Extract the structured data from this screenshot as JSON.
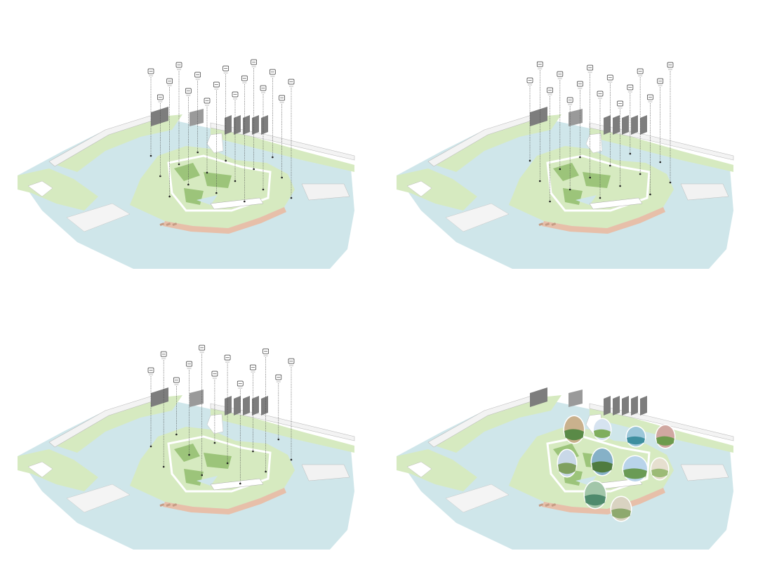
{
  "colors": {
    "water": "#cfe6ea",
    "land": "#d6eac0",
    "land_dark": "#9cc47a",
    "shore": "#e7bfa9",
    "path": "#ffffff",
    "building": "#7d7d7d",
    "line": "#444444"
  },
  "panels": [
    {
      "id": "program-icons-a",
      "icons": [
        "drink-icon",
        "stroller-icon",
        "bicycle-icon",
        "tree-icon",
        "sun-icon",
        "teacup-icon",
        "bus-stop-icon",
        "car-icon",
        "bicycle-icon",
        "umbrella-icon",
        "bird-icon",
        "parasol-icon",
        "bench-icon",
        "rest-icon",
        "gate-icon",
        "tent-icon"
      ]
    },
    {
      "id": "program-icons-b",
      "icons": [
        "pavilion-icon",
        "map-icon",
        "plant-icon",
        "bench-icon",
        "plant-icon",
        "cafe-icon",
        "map-icon",
        "balloon-icon",
        "location-pin-icon",
        "parasol-icon",
        "plant-icon",
        "plant-icon",
        "map-icon",
        "plant-icon",
        "bench-icon"
      ]
    },
    {
      "id": "program-icons-c",
      "icons": [
        "pavilion-icon",
        "tent-icon",
        "tree-icon",
        "tree-icon",
        "plant-icon",
        "boat-icon",
        "sun-icon",
        "bench-icon",
        "tent-icon",
        "boat-icon",
        "map-icon",
        "camera-icon"
      ]
    },
    {
      "id": "photo-bubbles",
      "photos": [
        "riverside-path-photo",
        "lawn-photo",
        "pool-photo",
        "garden-tree-photo",
        "pond-photo",
        "park-walk-photo",
        "lawn-trees-photo",
        "fountain-photo",
        "plaza-photo",
        "playground-photo"
      ]
    }
  ]
}
